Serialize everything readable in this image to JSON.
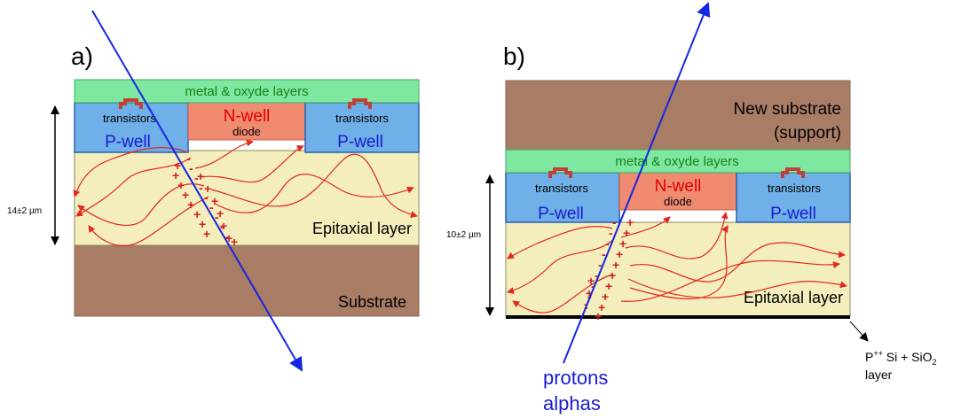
{
  "colors": {
    "metal_layer": "#7fe8a0",
    "pwell": "#6fb0e8",
    "nwell": "#f08a70",
    "epi": "#f3eebc",
    "substrate": "#a97c66",
    "transistor": "#c0403c",
    "trajectory": "#e4271d",
    "particle": "#1526e2",
    "charge": "#d21f1f",
    "text_green": "#1a7f1a",
    "text_red": "#e00000",
    "text_blue": "#1a1ad0"
  },
  "panel_a": {
    "label": "a)",
    "metal_label": "metal & oxyde layers",
    "transistors_left": "transistors",
    "transistors_right": "transistors",
    "pwell_left": "P-well",
    "pwell_right": "P-well",
    "nwell": "N-well",
    "diode": "diode",
    "epitaxial": "Epitaxial layer",
    "substrate": "Substrate",
    "thickness": "14±2 µm"
  },
  "panel_b": {
    "label": "b)",
    "new_substrate_line1": "New substrate",
    "new_substrate_line2": "(support)",
    "metal_label": "metal & oxyde layers",
    "transistors_left": "transistors",
    "transistors_right": "transistors",
    "pwell_left": "P-well",
    "pwell_right": "P-well",
    "nwell": "N-well",
    "diode": "diode",
    "epitaxial": "Epitaxial layer",
    "thickness": "10±2 µm",
    "pplus_label": "P",
    "pplus_sup": "++",
    "pplus_rest": " Si + SiO",
    "pplus_sub": "2",
    "layer_word": "layer"
  },
  "particles": {
    "line1": "protons",
    "line2": "alphas"
  }
}
